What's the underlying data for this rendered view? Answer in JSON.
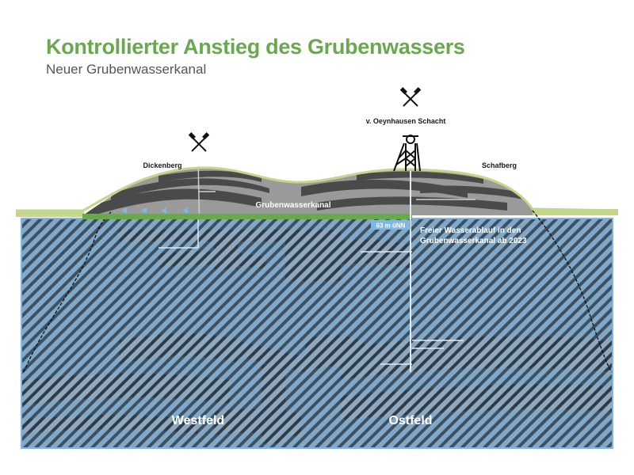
{
  "header": {
    "title": "Kontrollierter Anstieg des Grubenwassers",
    "subtitle": "Neuer Grubenwasserkanal"
  },
  "locations": {
    "left_hill": "Dickenberg",
    "shaft": "v. Oeynhausen Schacht",
    "right_hill": "Schafberg"
  },
  "labels": {
    "canal": "Grubenwasserkanal",
    "level_badge": "63 m üNN",
    "outflow_line1": "Freier Wasserablauf in den",
    "outflow_line2": "Grubenwasserkanal ab 2023",
    "west_field": "Westfeld",
    "east_field": "Ostfeld"
  },
  "icons": {
    "mine": "crossed-hammers-icon",
    "headframe": "mine-headframe-icon"
  },
  "colors": {
    "title": "#6aa84f",
    "water": "#7fa8c9",
    "water_stripe": "#3e4f5e",
    "rock_dark": "#4a4a4a",
    "rock_light": "#9a9a9a",
    "canal": "#6aa84f",
    "ground_line": "#c3d68a",
    "badge": "#7fb6e3"
  }
}
